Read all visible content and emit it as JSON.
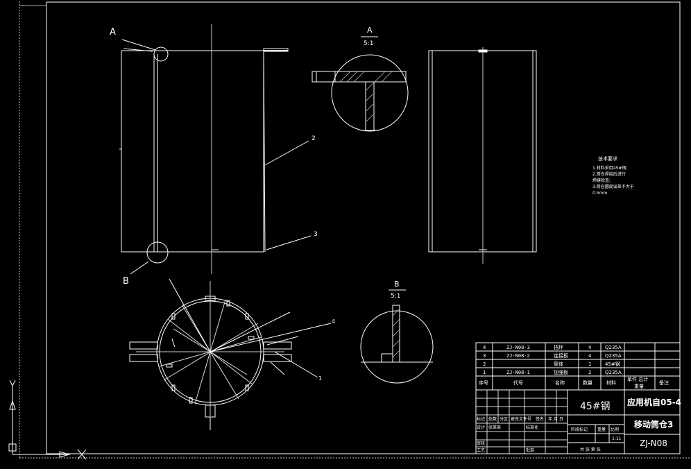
{
  "drawing": {
    "callouts": {
      "a": "A",
      "b": "B"
    },
    "detail_a": {
      "title": "A",
      "scale": "5:1"
    },
    "detail_b": {
      "title": "B",
      "scale": "5:1"
    },
    "part_numbers": {
      "p1": "1",
      "p2": "2",
      "p3": "3",
      "p4": "4"
    },
    "tech_requirements": {
      "title": "技术要求",
      "lines": [
        "1.材料采用45#钢;",
        "2.筒仓焊接后进行",
        "  焊缝检查;",
        "3.筒仓圆度误差不大于",
        "  0.5mm."
      ]
    }
  },
  "bom": {
    "rows": [
      {
        "no": "4",
        "code": "ZJ-N08-3",
        "name": "挡环",
        "qty": "4",
        "material": "Q235A"
      },
      {
        "no": "3",
        "code": "ZJ-N08-2",
        "name": "连接板",
        "qty": "4",
        "material": "Q235A"
      },
      {
        "no": "2",
        "code": "",
        "name": "筒体",
        "qty": "1",
        "material": "45#钢"
      },
      {
        "no": "1",
        "code": "ZJ-N08-1",
        "name": "加强板",
        "qty": "2",
        "material": "Q235A"
      }
    ],
    "header": {
      "no": "序号",
      "code": "代号",
      "name": "名称",
      "qty": "数量",
      "material": "材料",
      "weight": "单件 总计",
      "weight_sub": "重量",
      "remark": "备注"
    }
  },
  "title_block": {
    "material": "45#钢",
    "school": "应用机自05-4",
    "part_name": "移动筒仓3",
    "drawing_no": "ZJ-N08",
    "scale": "1:11",
    "labels": {
      "mark": "标记",
      "count": "处数",
      "zone": "分区",
      "doc": "更改文件号",
      "sign": "签名",
      "date": "年.月.日",
      "design": "设计",
      "designer": "张某某",
      "std": "标准化",
      "review": "审核",
      "process": "工艺",
      "approve": "批准",
      "stage": "阶段标记",
      "weight": "重量",
      "ratio": "比例",
      "sheets": "共 张 第 张"
    }
  }
}
